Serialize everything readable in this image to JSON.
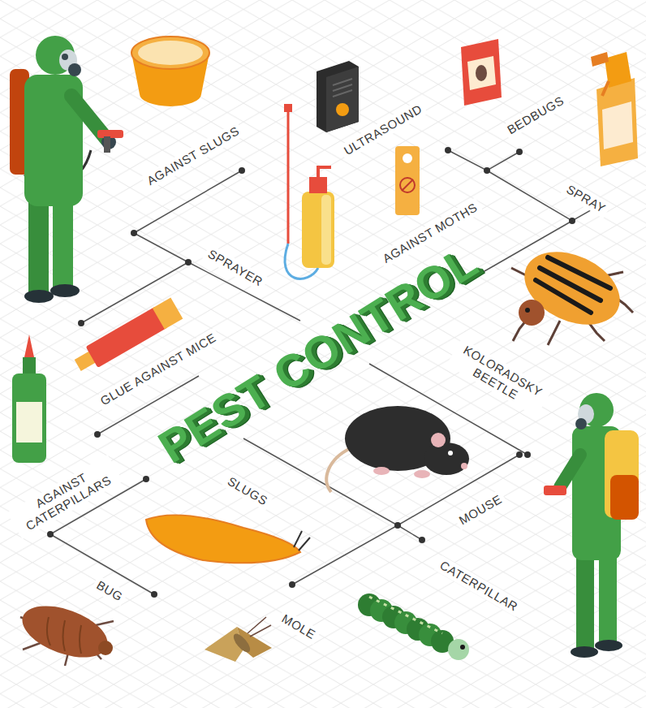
{
  "diagram": {
    "title": "PEST CONTROL",
    "labels": [
      "AGAINST SLUGS",
      "ULTRASOUND",
      "BEDBUGS",
      "SPRAY",
      "AGAINST MOTHS",
      "SPRAYER",
      "GLUE AGAINST MICE",
      "KOLORADSKY BEETLE",
      "AGAINST CATERPILLARS",
      "SLUGS",
      "MOUSE",
      "BUG",
      "MOLE",
      "CATERPILLAR"
    ]
  }
}
